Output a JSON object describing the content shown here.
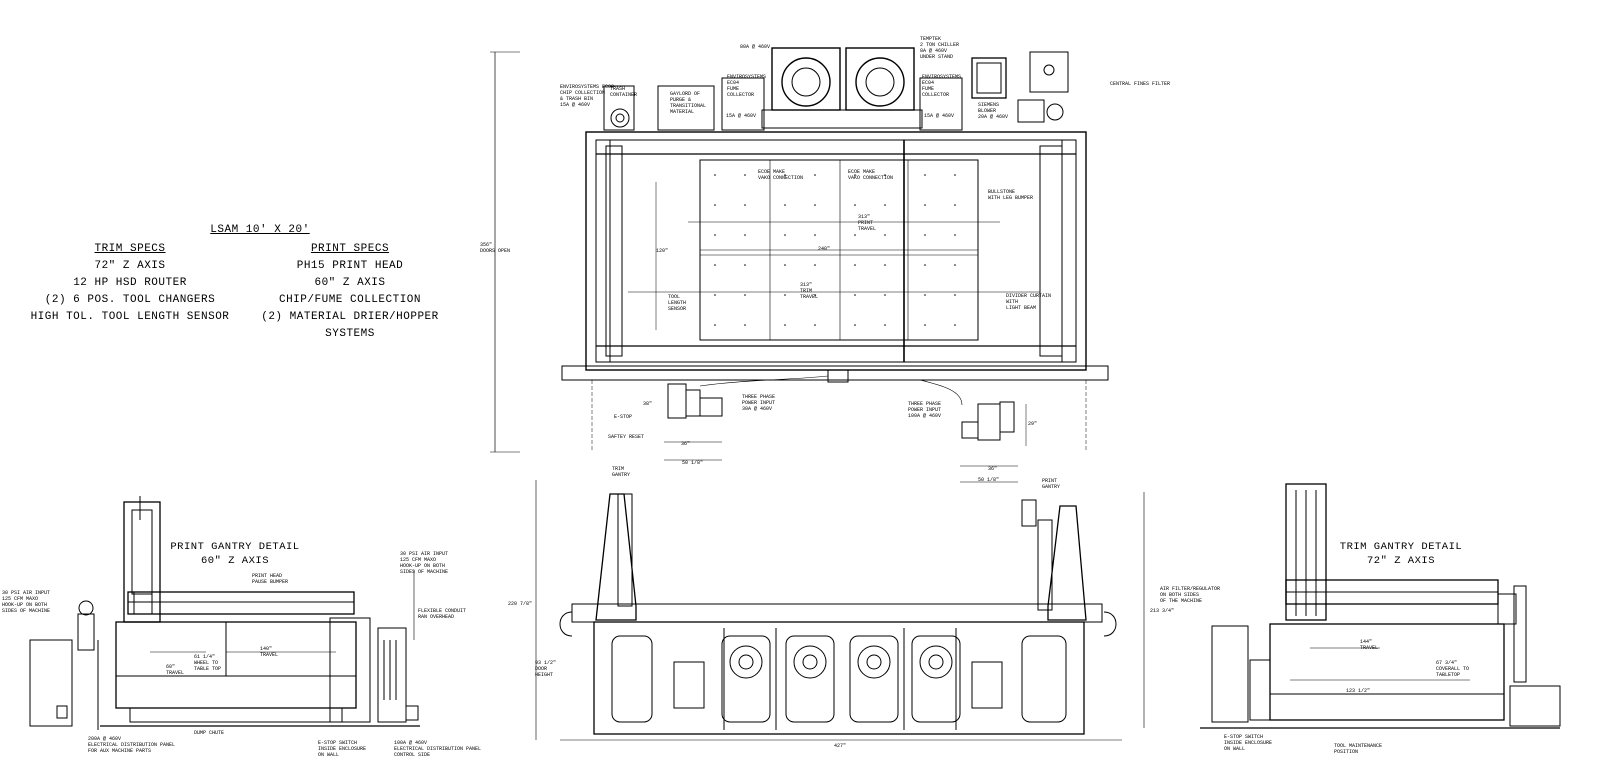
{
  "specs": {
    "title": "LSAM 10' X 20'",
    "trim": {
      "heading": "TRIM SPECS",
      "items": [
        "72\" Z AXIS",
        "12 HP HSD ROUTER",
        "(2) 6 POS. TOOL CHANGERS",
        "HIGH TOL. TOOL LENGTH SENSOR"
      ]
    },
    "print": {
      "heading": "PRINT SPECS",
      "items": [
        "PH15 PRINT HEAD",
        "60\" Z AXIS",
        "CHIP/FUME COLLECTION",
        "(2) MATERIAL DRIER/HOPPER SYSTEMS"
      ]
    }
  },
  "plan": {
    "labels": {
      "envirosystems_chip": "ENVIROSYSTEMS EC02\nCHIP COLLECTION\n& TRASH BIN\n15A @ 460V",
      "trash": "TRASH\nCONTAINER",
      "gaylord": "GAYLORD OF\nPURGE &\nTRANSITIONAL\nMATERIAL",
      "amp80": "80A @ 460V",
      "env_fume_left": "ENVIROSYSTEMS\nEC04\nFUME\nCOLLECTOR",
      "amp15_left": "15A @ 460V",
      "env_fume_right": "ENVIROSYSTEMS\nEC04\nFUME\nCOLLECTOR",
      "amp15_right": "15A @ 460V",
      "chiller": "TEMPTEK\n2 TON CHILLER\n8A @ 460V\nUNDER STAND",
      "blower": "SIEMENS\nBLOWER\n20A @ 460V",
      "central_filter": "CENTRAL FINES FILTER",
      "ecoe_left": "ECOE MAKE\nVAKO CONNECTION",
      "ecoe_right": "ECOE MAKE\nVAKO CONNECTION",
      "bullstone": "BULLSTONE\nWITH LEG BUMPER",
      "print_travel": "313\"\nPRINT\nTRAVEL",
      "dim_240": "240\"",
      "dim_120": "120\"",
      "trim_travel": "313\"\nTRIM\nTRAVEL",
      "tool_sensor": "TOOL\nLENGTH\nSENSOR",
      "divider": "DIVIDER CURTAIN\nWITH\nLIGHT BEAM",
      "doors_open": "356\"\nDOORS OPEN",
      "estop": "E-STOP",
      "safety_reset": "SAFTEY RESET",
      "dim_38": "38\"",
      "dim_36": "36\"",
      "dim_50_left": "50 1/8\"",
      "three_phase_left": "THREE PHASE\nPOWER INPUT\n30A @ 460V",
      "three_phase_right": "THREE PHASE\nPOWER INPUT\n100A @ 460V",
      "dim_29": "29\"",
      "dim_36_right": "36\"",
      "dim_50_right": "50 1/8\""
    }
  },
  "print_detail": {
    "title_line1": "PRINT GANTRY DETAIL",
    "title_line2": "60\" Z AXIS",
    "labels": {
      "air_left": "30 PSI AIR INPUT\n125 CFM MAXO\nHOOK-UP ON BOTH\nSIDES OF MACHINE",
      "pause_bumper": "PRINT HEAD\nPAUSE BUMPER",
      "air_right": "30 PSI AIR INPUT\n125 CFM MAXO\nHOOK-UP ON BOTH\nSIDES OF MACHINE",
      "conduit": "FLEXIBLE CONDUIT\nRAN OVERHEAD",
      "travel140": "140\"\nTRAVEL",
      "z_travel": "60\"\nTRAVEL",
      "wheel_table": "61 1/4\"\nWHEEL TO\nTABLE TOP",
      "dump_chute": "DUMP CHUTE",
      "panel200": "200A @ 460V\nELECTRICAL DISTRIBUTION PANEL\nFOR AUX MACHINE PARTS",
      "estop_wall": "E-STOP SWITCH\nINSIDE ENCLOSURE\nON WALL",
      "panel100": "100A @ 460V\nELECTRICAL DISTRIBUTION PANEL\nCONTROL SIDE"
    }
  },
  "elevation": {
    "labels": {
      "trim_gantry": "TRIM\nGANTRY",
      "print_gantry": "PRINT\nGANTRY",
      "height_left": "220 7/8\"",
      "door_height": "93 1/2\"\nDOOR\nHEIGHT",
      "height_right": "213 3/4\"",
      "air_filter": "AIR FILTER/REGULATOR\nON BOTH SIDES\nOF THE MACHINE",
      "width": "427\""
    }
  },
  "trim_detail": {
    "title_line1": "TRIM GANTRY DETAIL",
    "title_line2": "72\" Z AXIS",
    "labels": {
      "travel144": "144\"\nTRAVEL",
      "coverall": "67 3/4\"\nCOVERALL TO\nTABLETOP",
      "dim123": "123 1/2\"",
      "estop": "E-STOP SWITCH\nINSIDE ENCLOSURE\nON WALL",
      "maintenance": "TOOL MAINTENANCE\nPOSITION"
    }
  }
}
